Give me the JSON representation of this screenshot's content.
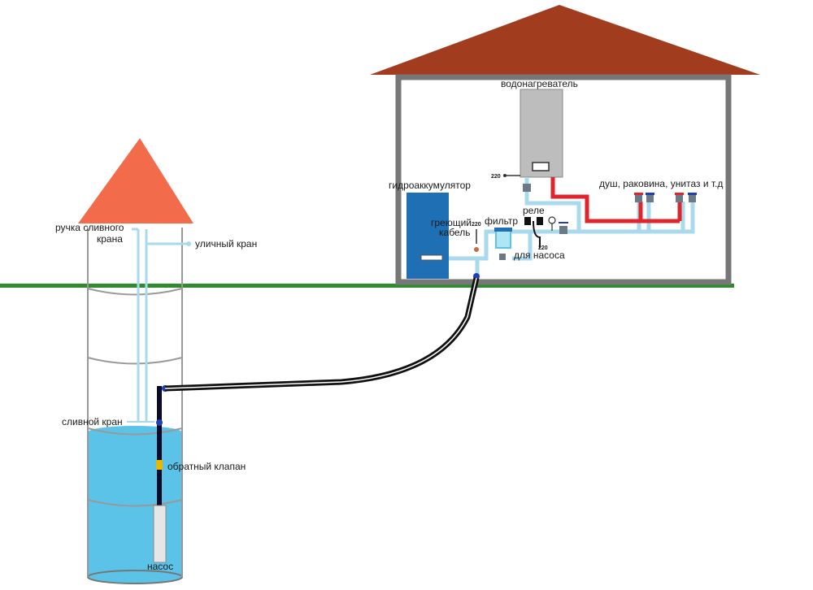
{
  "labels": {
    "water_heater": "водонагреватель",
    "consumers": "душ, раковина, унитаз и т.д",
    "accumulator": "гидроаккумулятор",
    "heating_cable_1": "греющий",
    "heating_cable_2": "кабель",
    "filter": "фильтр",
    "relay": "реле",
    "for_pump": "для насоса",
    "drain_handle_1": "ручка сливного",
    "drain_handle_2": "крана",
    "street_tap": "уличный кран",
    "drain_tap": "сливной кран",
    "check_valve": "обратный клапан",
    "pump": "насос",
    "v220_heater": "220",
    "v220_cable": "220",
    "v220_relay": "220"
  },
  "colors": {
    "roof_house": "#a23c1e",
    "roof_well": "#f26b4a",
    "wall": "#777777",
    "ground": "#2e8b2e",
    "water": "#5bc3e8",
    "cold_pipe": "#a9d9ec",
    "hot_pipe": "#e0242b",
    "heater_body": "#bdbdbd",
    "accumulator": "#1f6fb5",
    "hose": "#111111",
    "fitting": "#1d3fb8"
  }
}
